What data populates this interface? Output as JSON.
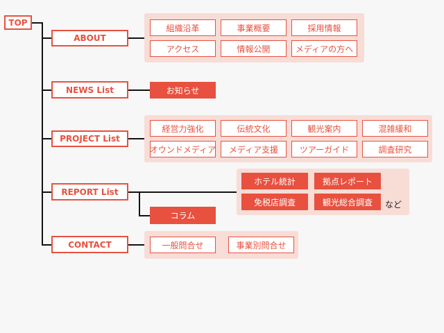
{
  "top": "TOP",
  "sections": {
    "about": {
      "label": "ABOUT",
      "items": [
        "組織沿革",
        "事業概要",
        "採用情報",
        "アクセス",
        "情報公開",
        "メディアの方へ"
      ]
    },
    "news": {
      "label": "NEWS List",
      "items": [
        "お知らせ"
      ]
    },
    "project": {
      "label": "PROJECT List",
      "items": [
        "経営力強化",
        "伝統文化",
        "観光案内",
        "混雑緩和",
        "オウンドメディア",
        "メディア支援",
        "ツアーガイド",
        "調査研究"
      ]
    },
    "report": {
      "label": "REPORT List",
      "items": [
        "ホテル統計",
        "拠点レポート",
        "免税店調査",
        "観光総合調査"
      ],
      "etc": "など",
      "column": "コラム"
    },
    "contact": {
      "label": "CONTACT",
      "items": [
        "一般問合せ",
        "事業別問合せ"
      ]
    }
  }
}
